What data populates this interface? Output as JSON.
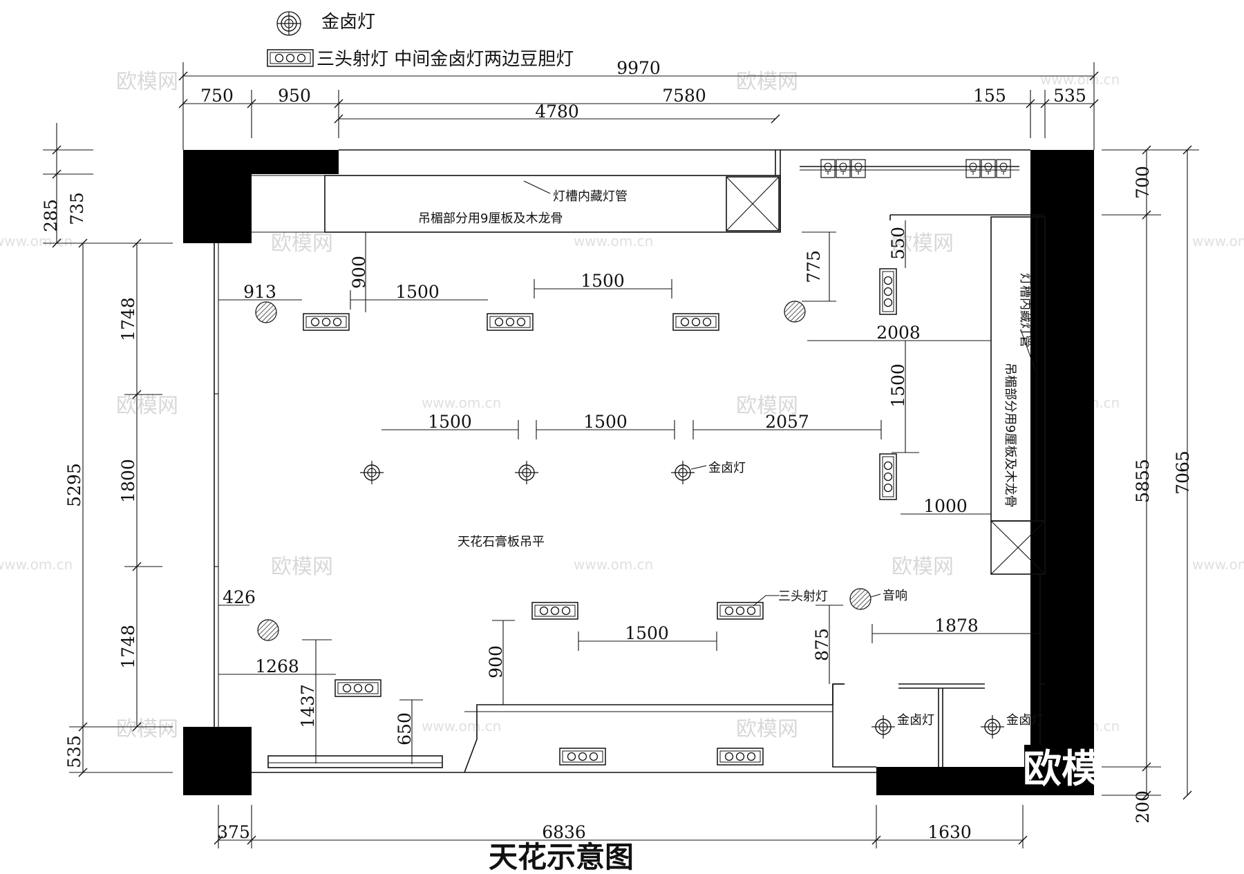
{
  "title": "天花示意图",
  "legend": {
    "halogen": "金卤灯",
    "triple_spot": "三头射灯  中间金卤灯两边豆胆灯"
  },
  "dimensions": {
    "overall_width": "9970",
    "top_750": "750",
    "top_950": "950",
    "top_7580": "7580",
    "top_155": "155",
    "top_535": "535",
    "top_4780": "4780",
    "left_285": "285",
    "left_735": "735",
    "left_5295": "5295",
    "left_1748a": "1748",
    "left_1800": "1800",
    "left_1748b": "1748",
    "left_535": "535",
    "right_700": "700",
    "right_5855": "5855",
    "right_7065": "7065",
    "right_200": "200",
    "bottom_375": "375",
    "bottom_6836": "6836",
    "bottom_1630": "1630",
    "in_913": "913",
    "in_900a": "900",
    "in_1500a": "1500",
    "in_1500b": "1500",
    "in_775": "775",
    "in_550": "550",
    "in_2008": "2008",
    "in_1500c": "1500",
    "in_1500d": "1500",
    "in_1500e": "1500",
    "in_2057": "2057",
    "in_1000": "1000",
    "in_426": "426",
    "in_1268": "1268",
    "in_1437": "1437",
    "in_900b": "900",
    "in_650": "650",
    "in_1500f": "1500",
    "in_875": "875",
    "in_1878": "1878"
  },
  "notes": {
    "top_trough": "灯槽内藏灯管",
    "top_soffit": "吊楣部分用9厘板及木龙骨",
    "right_trough": "灯槽内藏灯管",
    "right_soffit": "吊楣部分用9厘板及木龙骨",
    "ceiling": "天花石膏板吊平",
    "halogen_label": "金卤灯",
    "spot_label": "三头射灯",
    "speaker_label": "音响",
    "halogen_br1": "金卤灯",
    "halogen_br2": "金卤灯"
  },
  "watermark": {
    "logo": "欧模网",
    "url": "www.om.cn",
    "corner": "欧模"
  }
}
